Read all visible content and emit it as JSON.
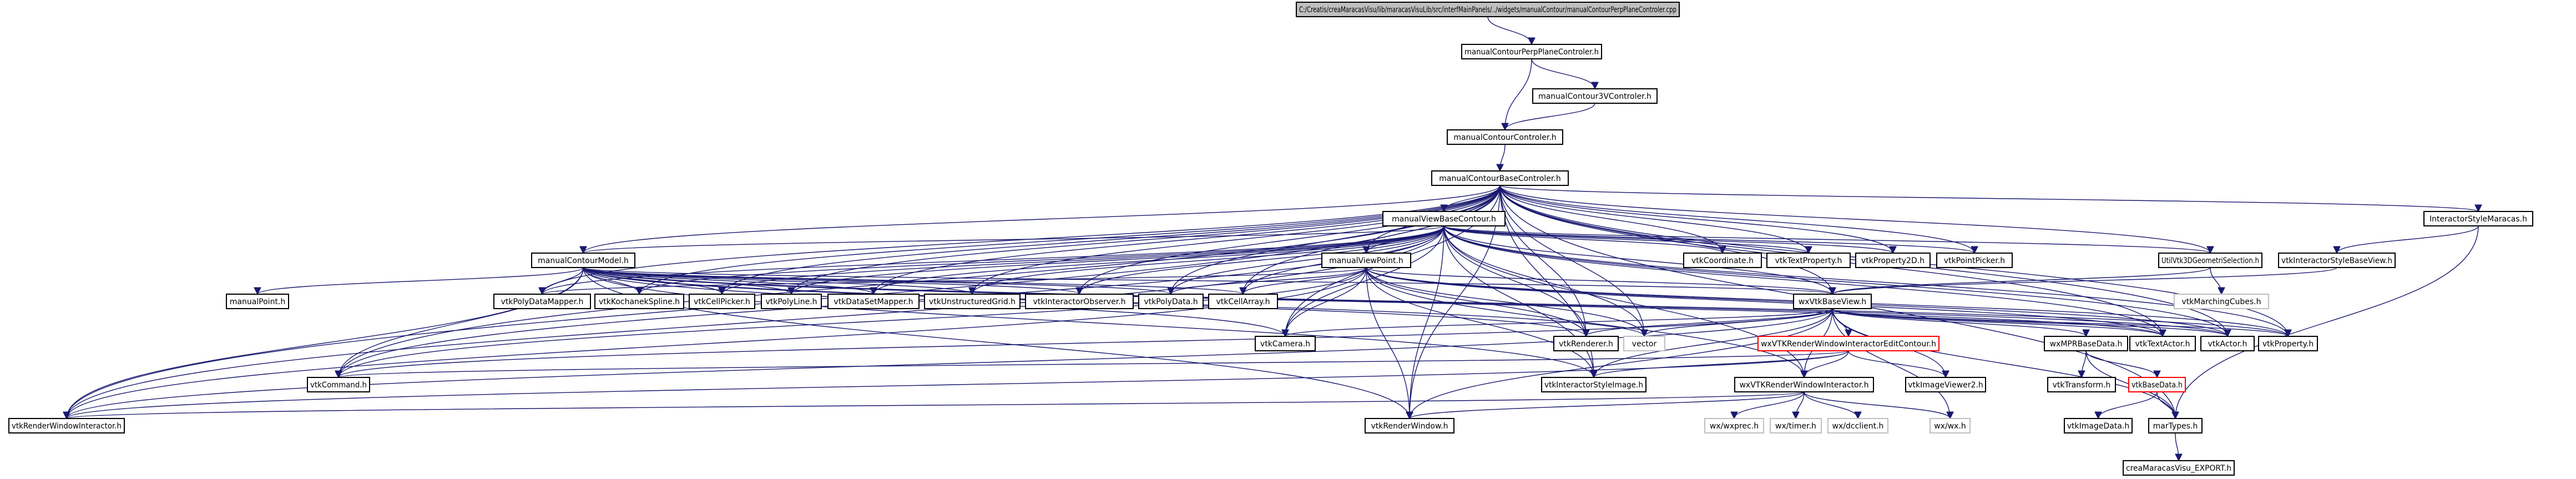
{
  "title": "C:/Creatis/creaMaracasVisu/lib/maracasVisuLib/src/interfMainPanels/../widgets/manualContour/manualContourPerpPlaneControler.cpp",
  "nodes": [
    {
      "id": "root",
      "label": "C:/Creatis/creaMaracasVisu/lib/maracasVisuLib/src/interfMainPanels/../widgets/manualContour/manualContourPerpPlaneControler.cpp",
      "style": "root"
    },
    {
      "id": "perp",
      "label": "manualContourPerpPlaneControler.h",
      "style": "box"
    },
    {
      "id": "ctrl3v",
      "label": "manualContour3VControler.h",
      "style": "box"
    },
    {
      "id": "ctrl",
      "label": "manualContourControler.h",
      "style": "box"
    },
    {
      "id": "base",
      "label": "manualContourBaseControler.h",
      "style": "box"
    },
    {
      "id": "viewbase",
      "label": "manualViewBaseContour.h",
      "style": "box"
    },
    {
      "id": "ism",
      "label": "InteractorStyleMaracas.h",
      "style": "box"
    },
    {
      "id": "model",
      "label": "manualContourModel.h",
      "style": "box"
    },
    {
      "id": "viewpoint",
      "label": "manualViewPoint.h",
      "style": "box"
    },
    {
      "id": "util",
      "label": "UtilVtk3DGeometriSelection.h",
      "style": "box"
    },
    {
      "id": "isbaseview",
      "label": "vtkInteractorStyleBaseView.h",
      "style": "box"
    },
    {
      "id": "coord",
      "label": "vtkCoordinate.h",
      "style": "box"
    },
    {
      "id": "textprop",
      "label": "vtkTextProperty.h",
      "style": "box"
    },
    {
      "id": "prop2d",
      "label": "vtkProperty2D.h",
      "style": "box"
    },
    {
      "id": "pointpicker",
      "label": "vtkPointPicker.h",
      "style": "box"
    },
    {
      "id": "marching",
      "label": "vtkMarchingCubes.h",
      "style": "gray"
    },
    {
      "id": "mpoint",
      "label": "manualPoint.h",
      "style": "box"
    },
    {
      "id": "pdmapper",
      "label": "vtkPolyDataMapper.h",
      "style": "box"
    },
    {
      "id": "kochanek",
      "label": "vtkKochanekSpline.h",
      "style": "box"
    },
    {
      "id": "cellpicker",
      "label": "vtkCellPicker.h",
      "style": "box"
    },
    {
      "id": "polyline",
      "label": "vtkPolyLine.h",
      "style": "box"
    },
    {
      "id": "dsmapper",
      "label": "vtkDataSetMapper.h",
      "style": "box"
    },
    {
      "id": "ugrid",
      "label": "vtkUnstructuredGrid.h",
      "style": "box"
    },
    {
      "id": "iobserver",
      "label": "vtkInteractorObserver.h",
      "style": "box"
    },
    {
      "id": "polydata",
      "label": "vtkPolyData.h",
      "style": "box"
    },
    {
      "id": "cellarray",
      "label": "vtkCellArray.h",
      "style": "box"
    },
    {
      "id": "wxvtkbase",
      "label": "wxVtkBaseView.h",
      "style": "box"
    },
    {
      "id": "camera",
      "label": "vtkCamera.h",
      "style": "box"
    },
    {
      "id": "renderer",
      "label": "vtkRenderer.h",
      "style": "box"
    },
    {
      "id": "vector",
      "label": "vector",
      "style": "gray"
    },
    {
      "id": "editcontour",
      "label": "wxVTKRenderWindowInteractorEditContour.h",
      "style": "red"
    },
    {
      "id": "mprbase",
      "label": "wxMPRBaseData.h",
      "style": "box"
    },
    {
      "id": "textactor",
      "label": "vtkTextActor.h",
      "style": "box"
    },
    {
      "id": "actor",
      "label": "vtkActor.h",
      "style": "box"
    },
    {
      "id": "property",
      "label": "vtkProperty.h",
      "style": "box"
    },
    {
      "id": "command",
      "label": "vtkCommand.h",
      "style": "box"
    },
    {
      "id": "isimage",
      "label": "vtkInteractorStyleImage.h",
      "style": "box"
    },
    {
      "id": "wxvtkrwi",
      "label": "wxVTKRenderWindowInteractor.h",
      "style": "box"
    },
    {
      "id": "imageviewer2",
      "label": "vtkImageViewer2.h",
      "style": "box"
    },
    {
      "id": "transform",
      "label": "vtkTransform.h",
      "style": "box"
    },
    {
      "id": "basedata",
      "label": "vtkBaseData.h",
      "style": "red"
    },
    {
      "id": "rwi",
      "label": "vtkRenderWindowInteractor.h",
      "style": "box"
    },
    {
      "id": "renderwindow",
      "label": "vtkRenderWindow.h",
      "style": "box"
    },
    {
      "id": "wxexprec",
      "label": "wx/wxprec.h",
      "style": "gray"
    },
    {
      "id": "wxtimer",
      "label": "wx/timer.h",
      "style": "gray"
    },
    {
      "id": "wxdcclient",
      "label": "wx/dcclient.h",
      "style": "gray"
    },
    {
      "id": "wxwx",
      "label": "wx/wx.h",
      "style": "gray"
    },
    {
      "id": "imagedata",
      "label": "vtkImageData.h",
      "style": "box"
    },
    {
      "id": "martypes",
      "label": "marTypes.h",
      "style": "box"
    },
    {
      "id": "export",
      "label": "creaMaracasVisu_EXPORT.h",
      "style": "box"
    }
  ]
}
